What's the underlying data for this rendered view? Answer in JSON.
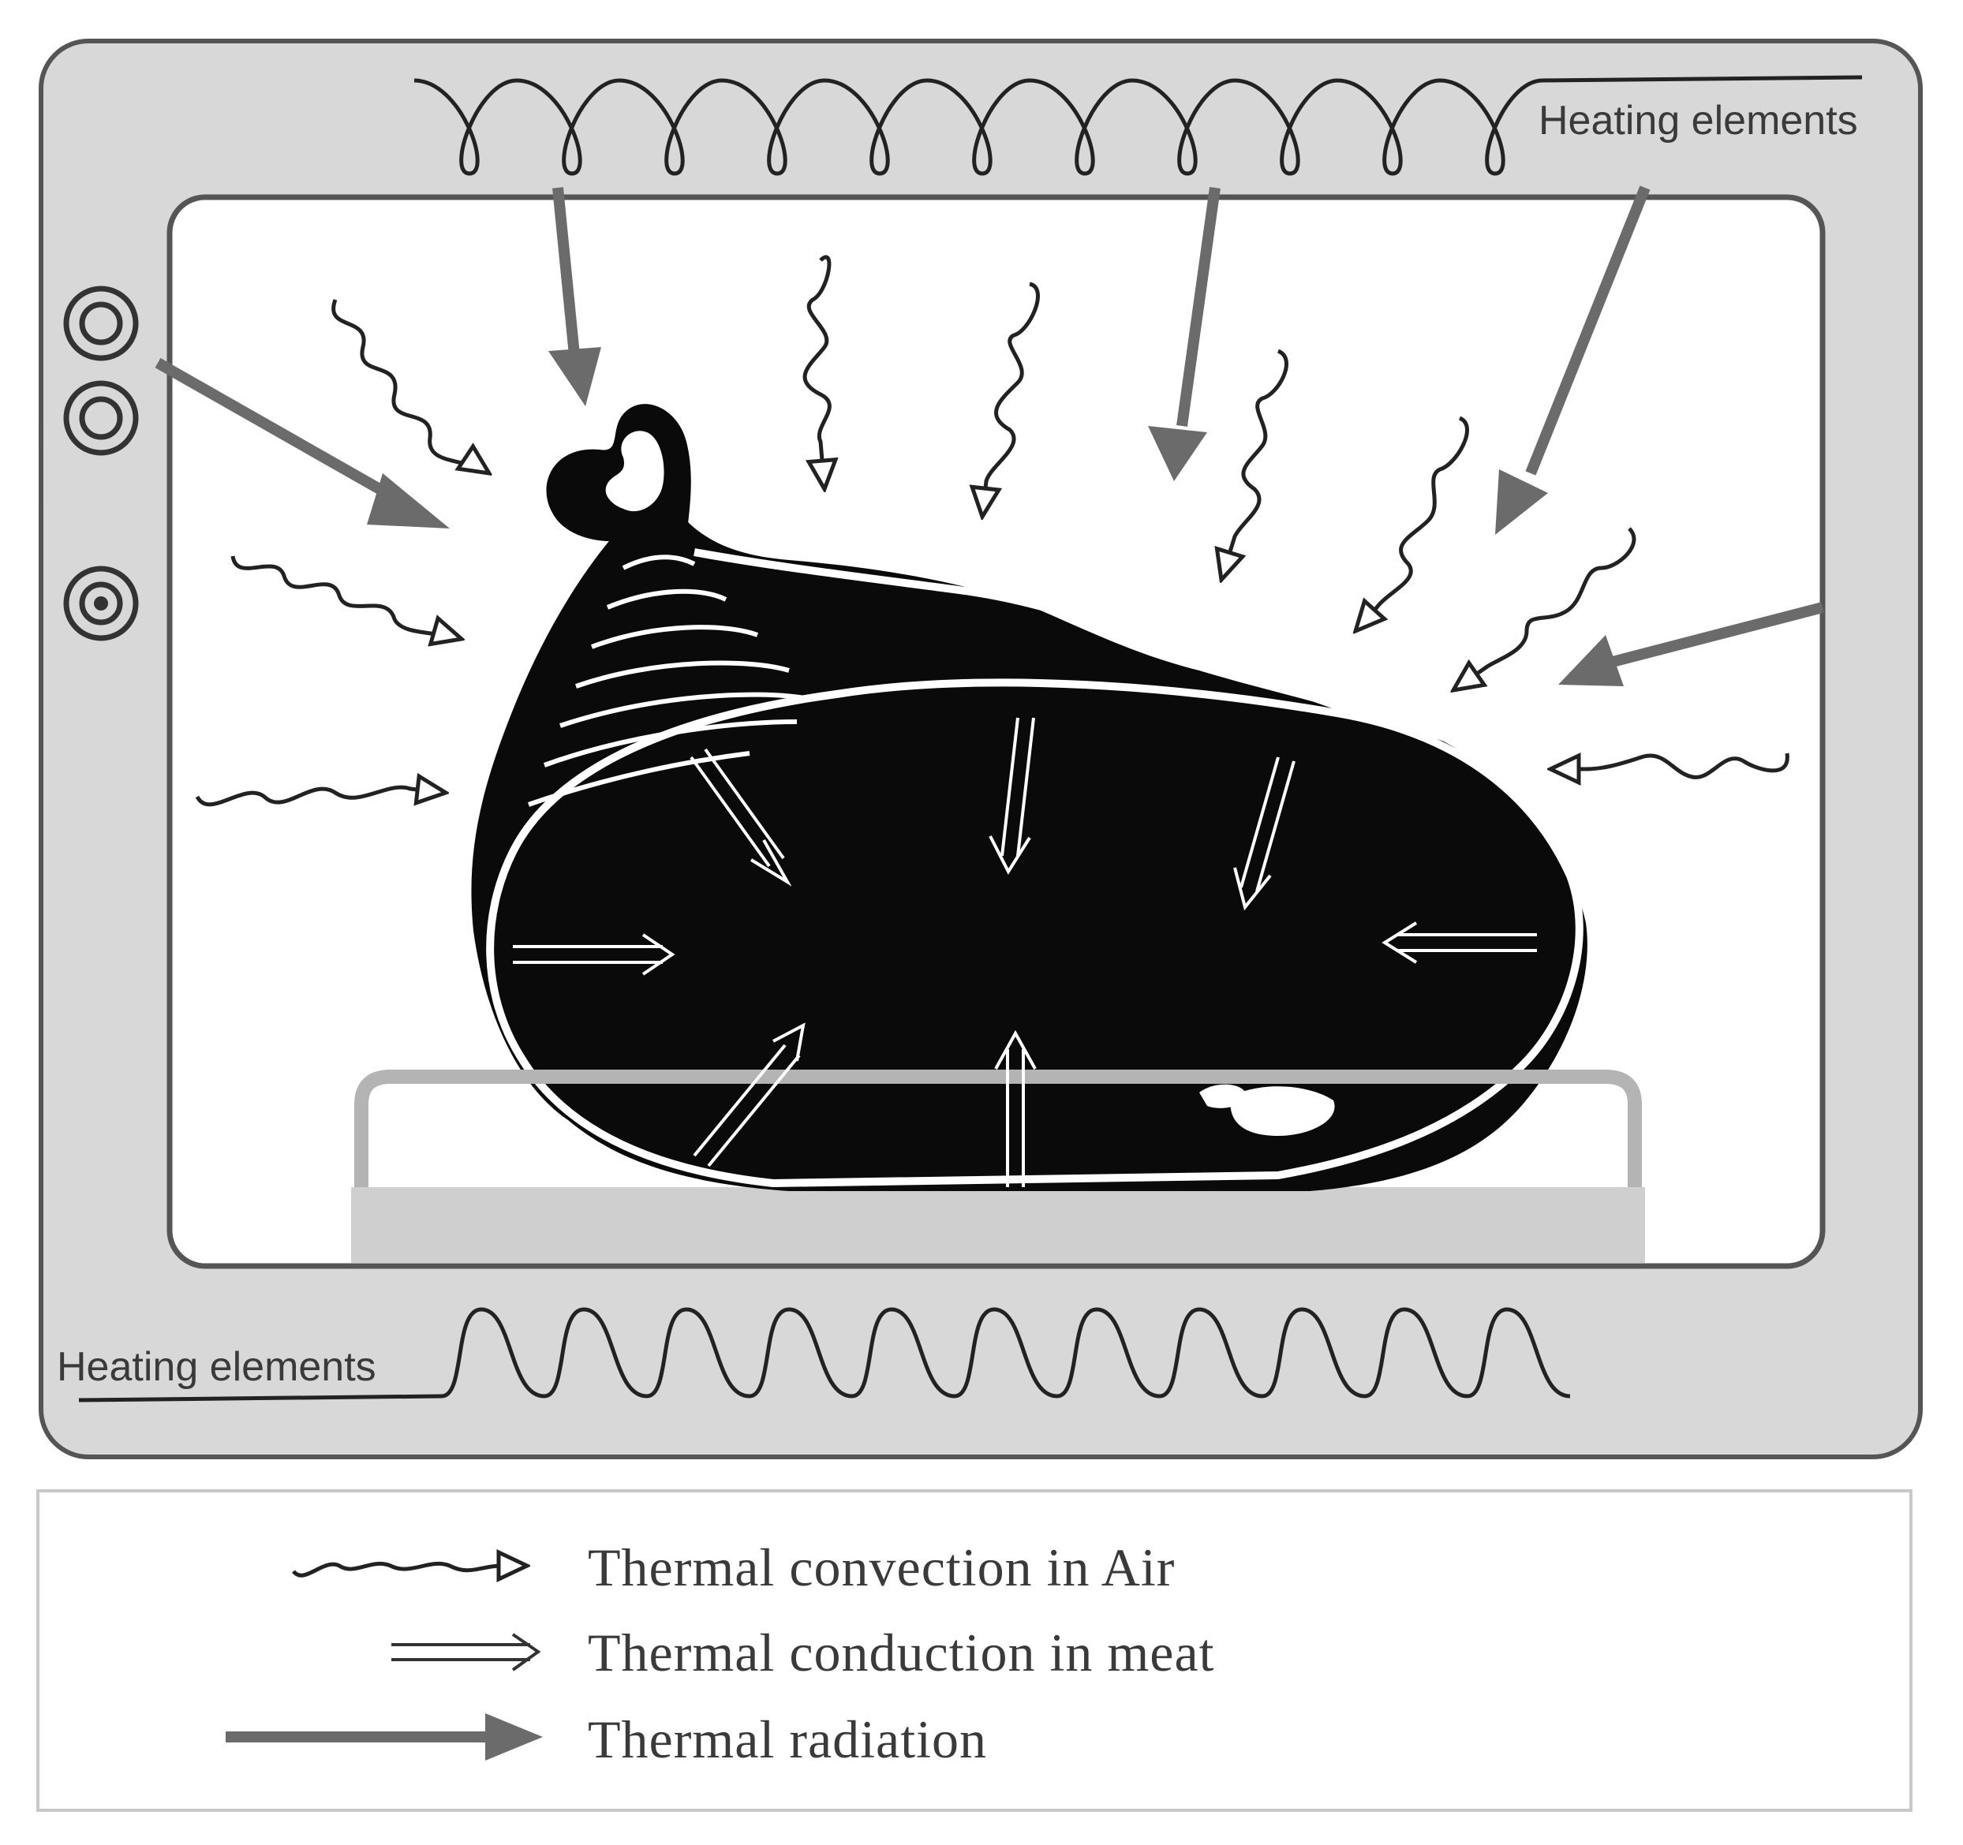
{
  "labels": {
    "heating_top": "Heating elements",
    "heating_bottom": "Heating elements"
  },
  "legend": {
    "convection": "Thermal convection in Air",
    "conduction": "Thermal conduction in meat",
    "radiation": "Thermal radiation"
  },
  "colors": {
    "oven_body": "#d8d8d8",
    "oven_outline": "#555555",
    "cavity": "#ffffff",
    "meat": "#0a0a0a",
    "radiation_arrow": "#6b6b6b",
    "rack": "#b4b4b4",
    "pan": "#cfcfcf"
  }
}
